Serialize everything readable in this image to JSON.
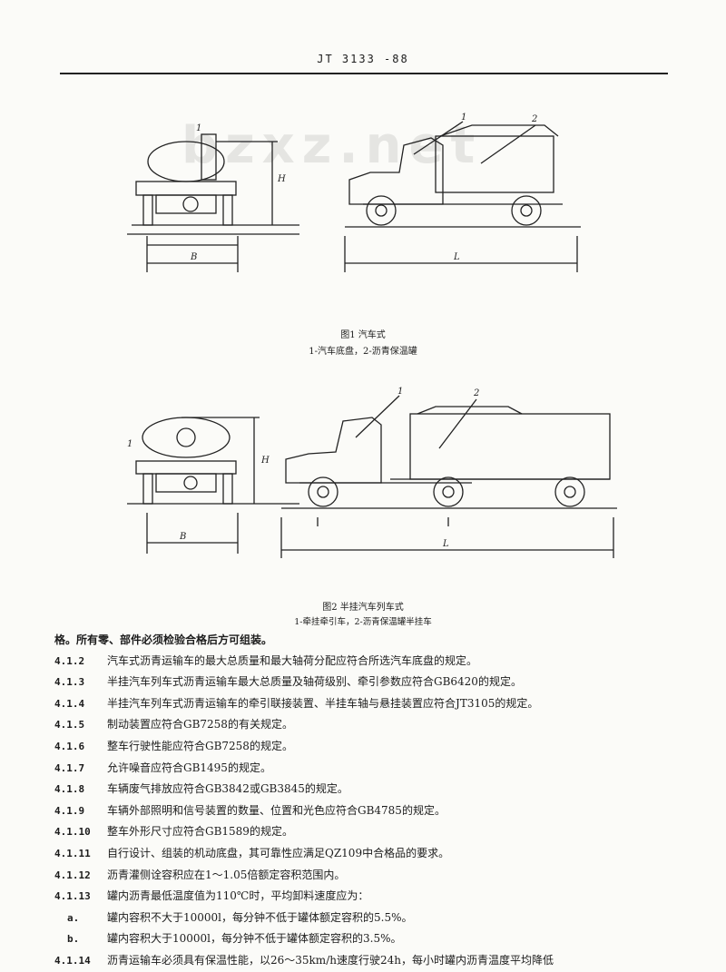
{
  "header": {
    "code": "JT 3133 -88"
  },
  "watermark": {
    "text": "bzxz.net"
  },
  "figure1": {
    "caption": "图1  汽车式",
    "legend": "1-汽车底盘，2-沥青保温罐",
    "labels": {
      "part1": "1",
      "part2": "2",
      "height": "H",
      "width": "B",
      "length": "L",
      "small": "1"
    }
  },
  "figure2": {
    "caption": "图2  半挂汽车列车式",
    "legend": "1-牵挂牵引车，2-沥青保温罐半挂车",
    "labels": {
      "part1": "1",
      "part2": "2",
      "height": "H",
      "width": "B",
      "length": "L",
      "small": "1"
    }
  },
  "body": {
    "intro": "格。所有零、部件必须检验合格后方可组装。",
    "items": [
      {
        "num": "4.1.2",
        "text": "汽车式沥青运输车的最大总质量和最大轴荷分配应符合所选汽车底盘的规定。"
      },
      {
        "num": "4.1.3",
        "text": "半挂汽车列车式沥青运输车最大总质量及轴荷级别、牵引参数应符合GB6420的规定。"
      },
      {
        "num": "4.1.4",
        "text": "半挂汽车列车式沥青运输车的牵引联接装置、半挂车轴与悬挂装置应符合JT3105的规定。"
      },
      {
        "num": "4.1.5",
        "text": "制动装置应符合GB7258的有关规定。"
      },
      {
        "num": "4.1.6",
        "text": "整车行驶性能应符合GB7258的规定。"
      },
      {
        "num": "4.1.7",
        "text": "允许噪音应符合GB1495的规定。"
      },
      {
        "num": "4.1.8",
        "text": "车辆废气排放应符合GB3842或GB3845的规定。"
      },
      {
        "num": "4.1.9",
        "text": "车辆外部照明和信号装置的数量、位置和光色应符合GB4785的规定。"
      },
      {
        "num": "4.1.10",
        "text": "整车外形尺寸应符合GB1589的规定。"
      },
      {
        "num": "4.1.11",
        "text": "自行设计、组装的机动底盘，其可靠性应满足QZ109中合格品的要求。"
      },
      {
        "num": "4.1.12",
        "text": "沥青灌侧诠容积应在1～1.05倍额定容积范围内。"
      },
      {
        "num": "4.1.13",
        "text": "罐内沥青最低温度值为110℃时，平均卸料速度应为："
      }
    ],
    "subitems": [
      {
        "num": "a.",
        "text": "罐内容积不大于10000l，每分钟不低于罐体额定容积的5.5%。"
      },
      {
        "num": "b.",
        "text": "罐内容积大于10000l，每分钟不低于罐体额定容积的3.5%。"
      }
    ],
    "last": {
      "num": "4.1.14",
      "text": "沥青运输车必须具有保温性能，以26～35km/h速度行驶24h，每小时罐内沥青温度平均降低"
    }
  }
}
